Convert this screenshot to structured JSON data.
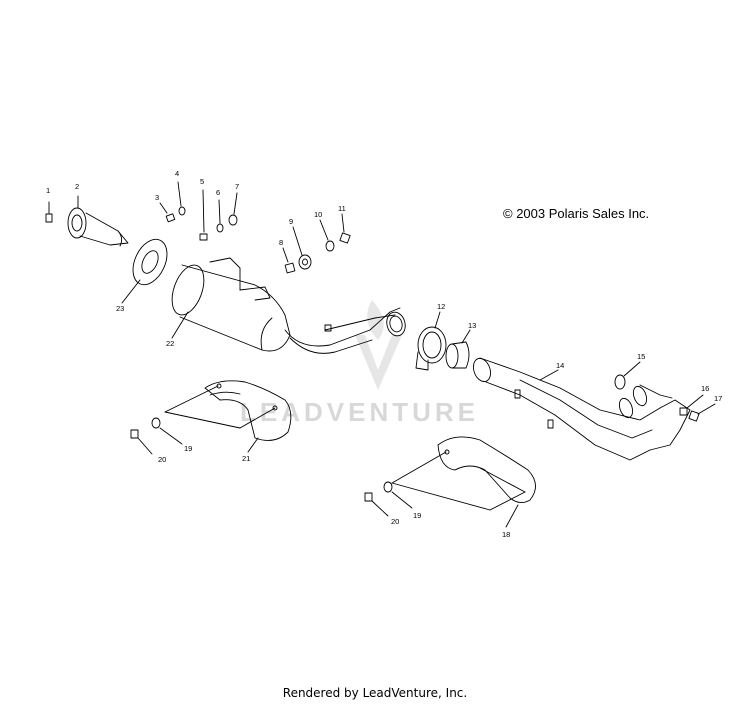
{
  "copyright": "© 2003 Polaris Sales Inc.",
  "footer": "Rendered by LeadVenture, Inc.",
  "watermark": {
    "text": "LEADVENTURE",
    "icon": "leadventure-logo-icon"
  },
  "callouts": [
    "1",
    "2",
    "3",
    "4",
    "5",
    "6",
    "7",
    "8",
    "9",
    "10",
    "11",
    "12",
    "13",
    "14",
    "15",
    "16",
    "17",
    "18",
    "19",
    "19",
    "20",
    "20",
    "21",
    "22",
    "23"
  ],
  "colors": {
    "line": "#000000",
    "watermark": "#d8d8d8"
  }
}
